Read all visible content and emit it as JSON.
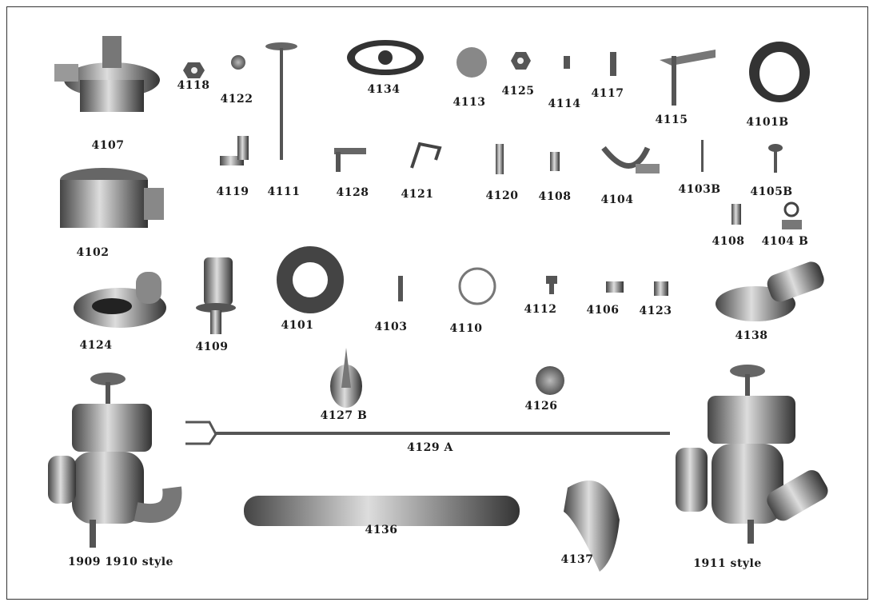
{
  "labels": {
    "p4107": "4107",
    "p4118": "4118",
    "p4122": "4122",
    "p4134": "4134",
    "p4113": "4113",
    "p4125": "4125",
    "p4114": "4114",
    "p4117": "4117",
    "p4115": "4115",
    "p4101B": "4101B",
    "p4119": "4119",
    "p4111": "4111",
    "p4128": "4128",
    "p4121": "4121",
    "p4120": "4120",
    "p4108a": "4108",
    "p4104": "4104",
    "p4103B": "4103B",
    "p4105B": "4105B",
    "p4108b": "4108",
    "p4104B": "4104 B",
    "p4102": "4102",
    "p4124": "4124",
    "p4109": "4109",
    "p4101": "4101",
    "p4103": "4103",
    "p4110": "4110",
    "p4112": "4112",
    "p4106": "4106",
    "p4123": "4123",
    "p4138": "4138",
    "p4127B": "4127 B",
    "p4126": "4126",
    "p4129A": "4129 A",
    "p4136": "4136",
    "p4137": "4137",
    "style1909": "1909  1910 style",
    "style1911": "1911 style"
  }
}
